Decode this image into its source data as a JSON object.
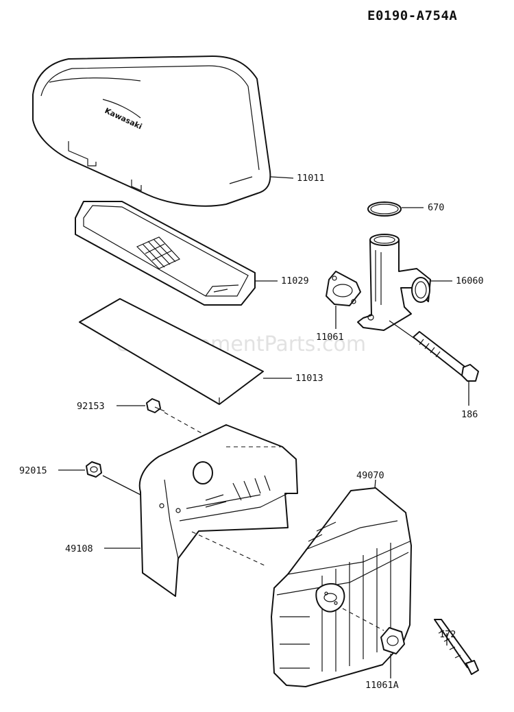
{
  "diagram_code": "E0190-A754A",
  "watermark": "eReplacementParts.com",
  "brand_logo_text": "Kawasaki",
  "labels": {
    "air_cleaner_cover": "11011",
    "o_ring": "670",
    "filter_element": "11029",
    "elbow": "16060",
    "gasket": "11061",
    "pre_cleaner": "11013",
    "bolt": "186",
    "screw_92153": "92153",
    "nut": "92015",
    "muffler": "49070",
    "muffler_cover": "49108",
    "stud": "172",
    "muffler_gasket": "11061A"
  }
}
